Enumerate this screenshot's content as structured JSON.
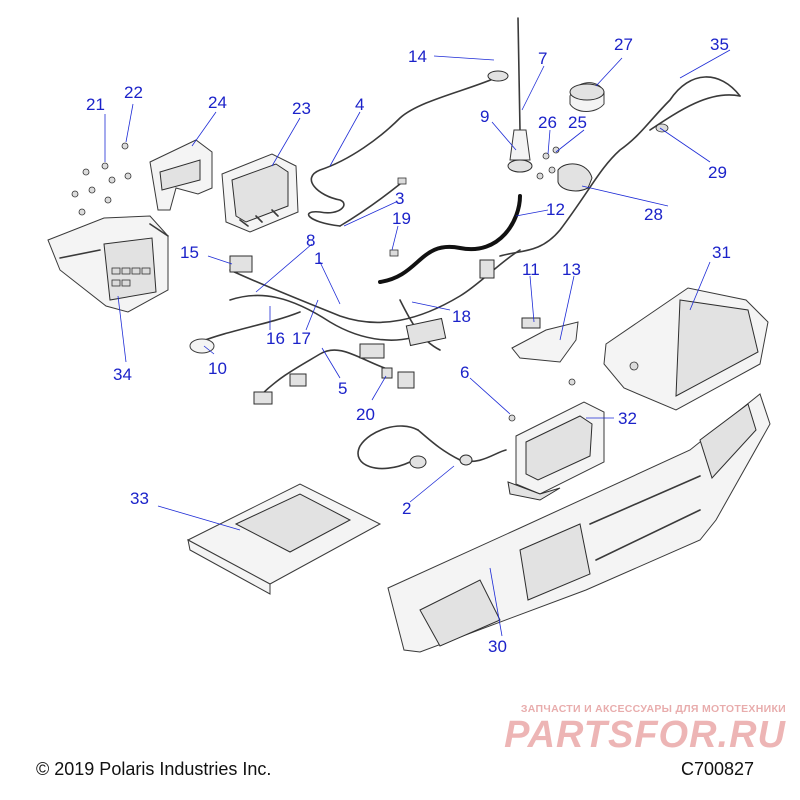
{
  "callouts": [
    {
      "n": "1"
    },
    {
      "n": "2"
    },
    {
      "n": "3"
    },
    {
      "n": "4"
    },
    {
      "n": "5"
    },
    {
      "n": "6"
    },
    {
      "n": "7"
    },
    {
      "n": "8"
    },
    {
      "n": "9"
    },
    {
      "n": "10"
    },
    {
      "n": "11"
    },
    {
      "n": "12"
    },
    {
      "n": "13"
    },
    {
      "n": "14"
    },
    {
      "n": "15"
    },
    {
      "n": "16"
    },
    {
      "n": "17"
    },
    {
      "n": "18"
    },
    {
      "n": "19"
    },
    {
      "n": "20"
    },
    {
      "n": "21"
    },
    {
      "n": "22"
    },
    {
      "n": "23"
    },
    {
      "n": "24"
    },
    {
      "n": "25"
    },
    {
      "n": "26"
    },
    {
      "n": "27"
    },
    {
      "n": "28"
    },
    {
      "n": "29"
    },
    {
      "n": "30"
    },
    {
      "n": "31"
    },
    {
      "n": "32"
    },
    {
      "n": "33"
    },
    {
      "n": "34"
    },
    {
      "n": "35"
    }
  ],
  "footer": {
    "copyright": "© 2019 Polaris Industries Inc.",
    "code": "C700827"
  },
  "watermark": {
    "tagline": "ЗАПЧАСТИ И АКСЕССУАРЫ ДЛЯ МОТОТЕХНИКИ",
    "logo": "PARTSFOR.RU"
  },
  "colors": {
    "callout": "#1b22c9",
    "linework": "#3a3a3a",
    "watermark": "#e07a7a"
  }
}
